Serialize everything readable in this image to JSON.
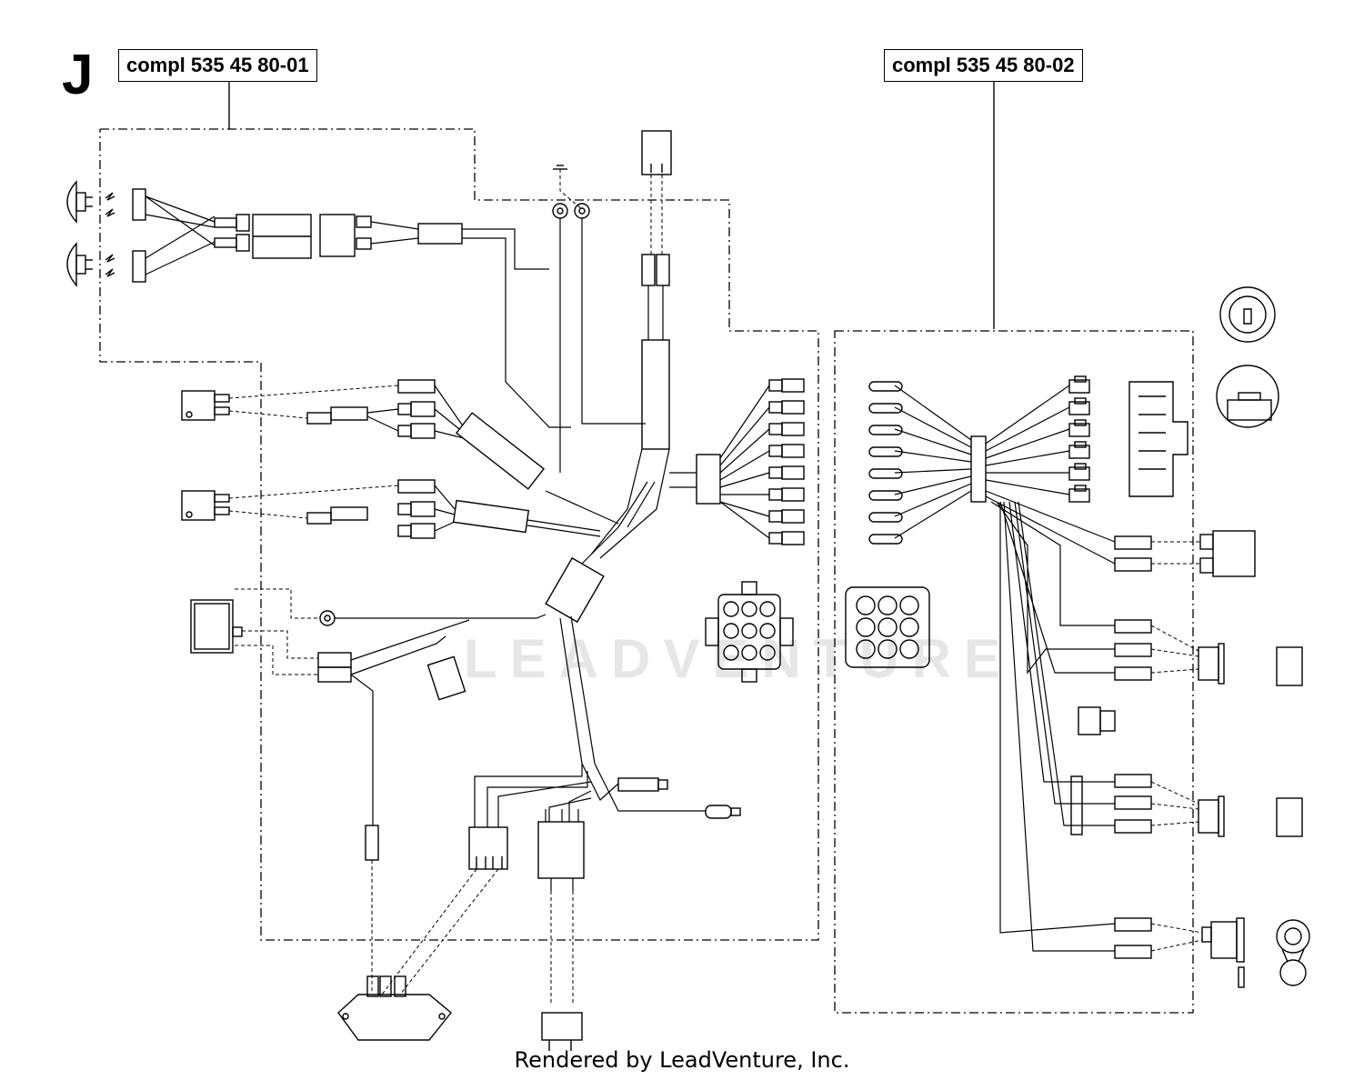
{
  "section": {
    "letter": "J"
  },
  "assemblies": {
    "left": {
      "label": "compl 535 45 80-01"
    },
    "right": {
      "label": "compl 535 45 80-02"
    }
  },
  "watermark": "LEADVENTURE",
  "footer": {
    "text": "Rendered by LeadVenture, Inc."
  }
}
